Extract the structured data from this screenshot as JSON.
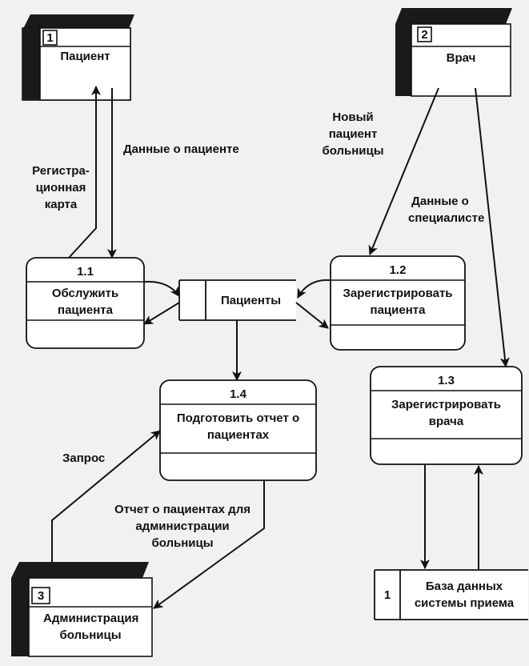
{
  "external_entities": [
    {
      "id": "1",
      "name": "Пациент"
    },
    {
      "id": "2",
      "name": "Врач"
    },
    {
      "id": "3",
      "name": "Администрация больницы"
    }
  ],
  "processes": [
    {
      "id": "1.1",
      "name": "Обслужить пациента"
    },
    {
      "id": "1.2",
      "name": "Зарегистрировать пациента"
    },
    {
      "id": "1.3",
      "name": "Зарегистрировать врача"
    },
    {
      "id": "1.4",
      "name": "Подготовить отчет о пациентах"
    }
  ],
  "data_stores": [
    {
      "id": "",
      "name": "Пациенты"
    },
    {
      "id": "1",
      "name": "База данных системы приема"
    }
  ],
  "flows": {
    "patient_data": "Данные о пациенте",
    "registration_card": "Регистра-ционная карта",
    "new_patient": "Новый пациент больницы",
    "specialist_data": "Данные о специалисте",
    "request": "Запрос",
    "report_admin": "Отчет о пациентах для администрации больницы"
  }
}
